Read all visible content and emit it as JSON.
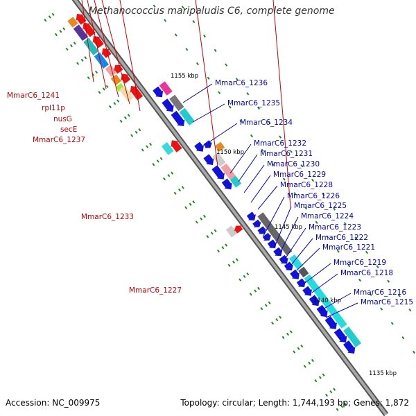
{
  "title": "Methanococcus maripaludis C6, complete genome",
  "footer": {
    "accession": "Accession: NC_009975",
    "topology": "Topology: circular; Length: 1,744,193 bp; Genes: 1,872"
  },
  "ticks": [
    "1155 kbp",
    "1150 kbp",
    "1145 kbp",
    "1140 kbp",
    "1135 kbp"
  ],
  "colors": {
    "reverse_strand_labels": "#cc0000",
    "forward_strand_labels": "#0000cc",
    "backbone": "#888888",
    "tick_marks": "#228822"
  },
  "genes_left": [
    "MmarC6_1241",
    "rpl11p",
    "nusG",
    "secE",
    "MmarC6_1237",
    "MmarC6_1233",
    "MmarC6_1227"
  ],
  "genes_right": [
    "MmarC6_1236",
    "MmarC6_1235",
    "MmarC6_1234",
    "MmarC6_1232",
    "MmarC6_1231",
    "MmarC6_1230",
    "MmarC6_1229",
    "MmarC6_1228",
    "MmarC6_1226",
    "MmarC6_1225",
    "MmarC6_1224",
    "MmarC6_1223",
    "MmarC6_1222",
    "MmarC6_1221",
    "MmarC6_1219",
    "MmarC6_1218",
    "MmarC6_1216",
    "MmarC6_1215"
  ]
}
